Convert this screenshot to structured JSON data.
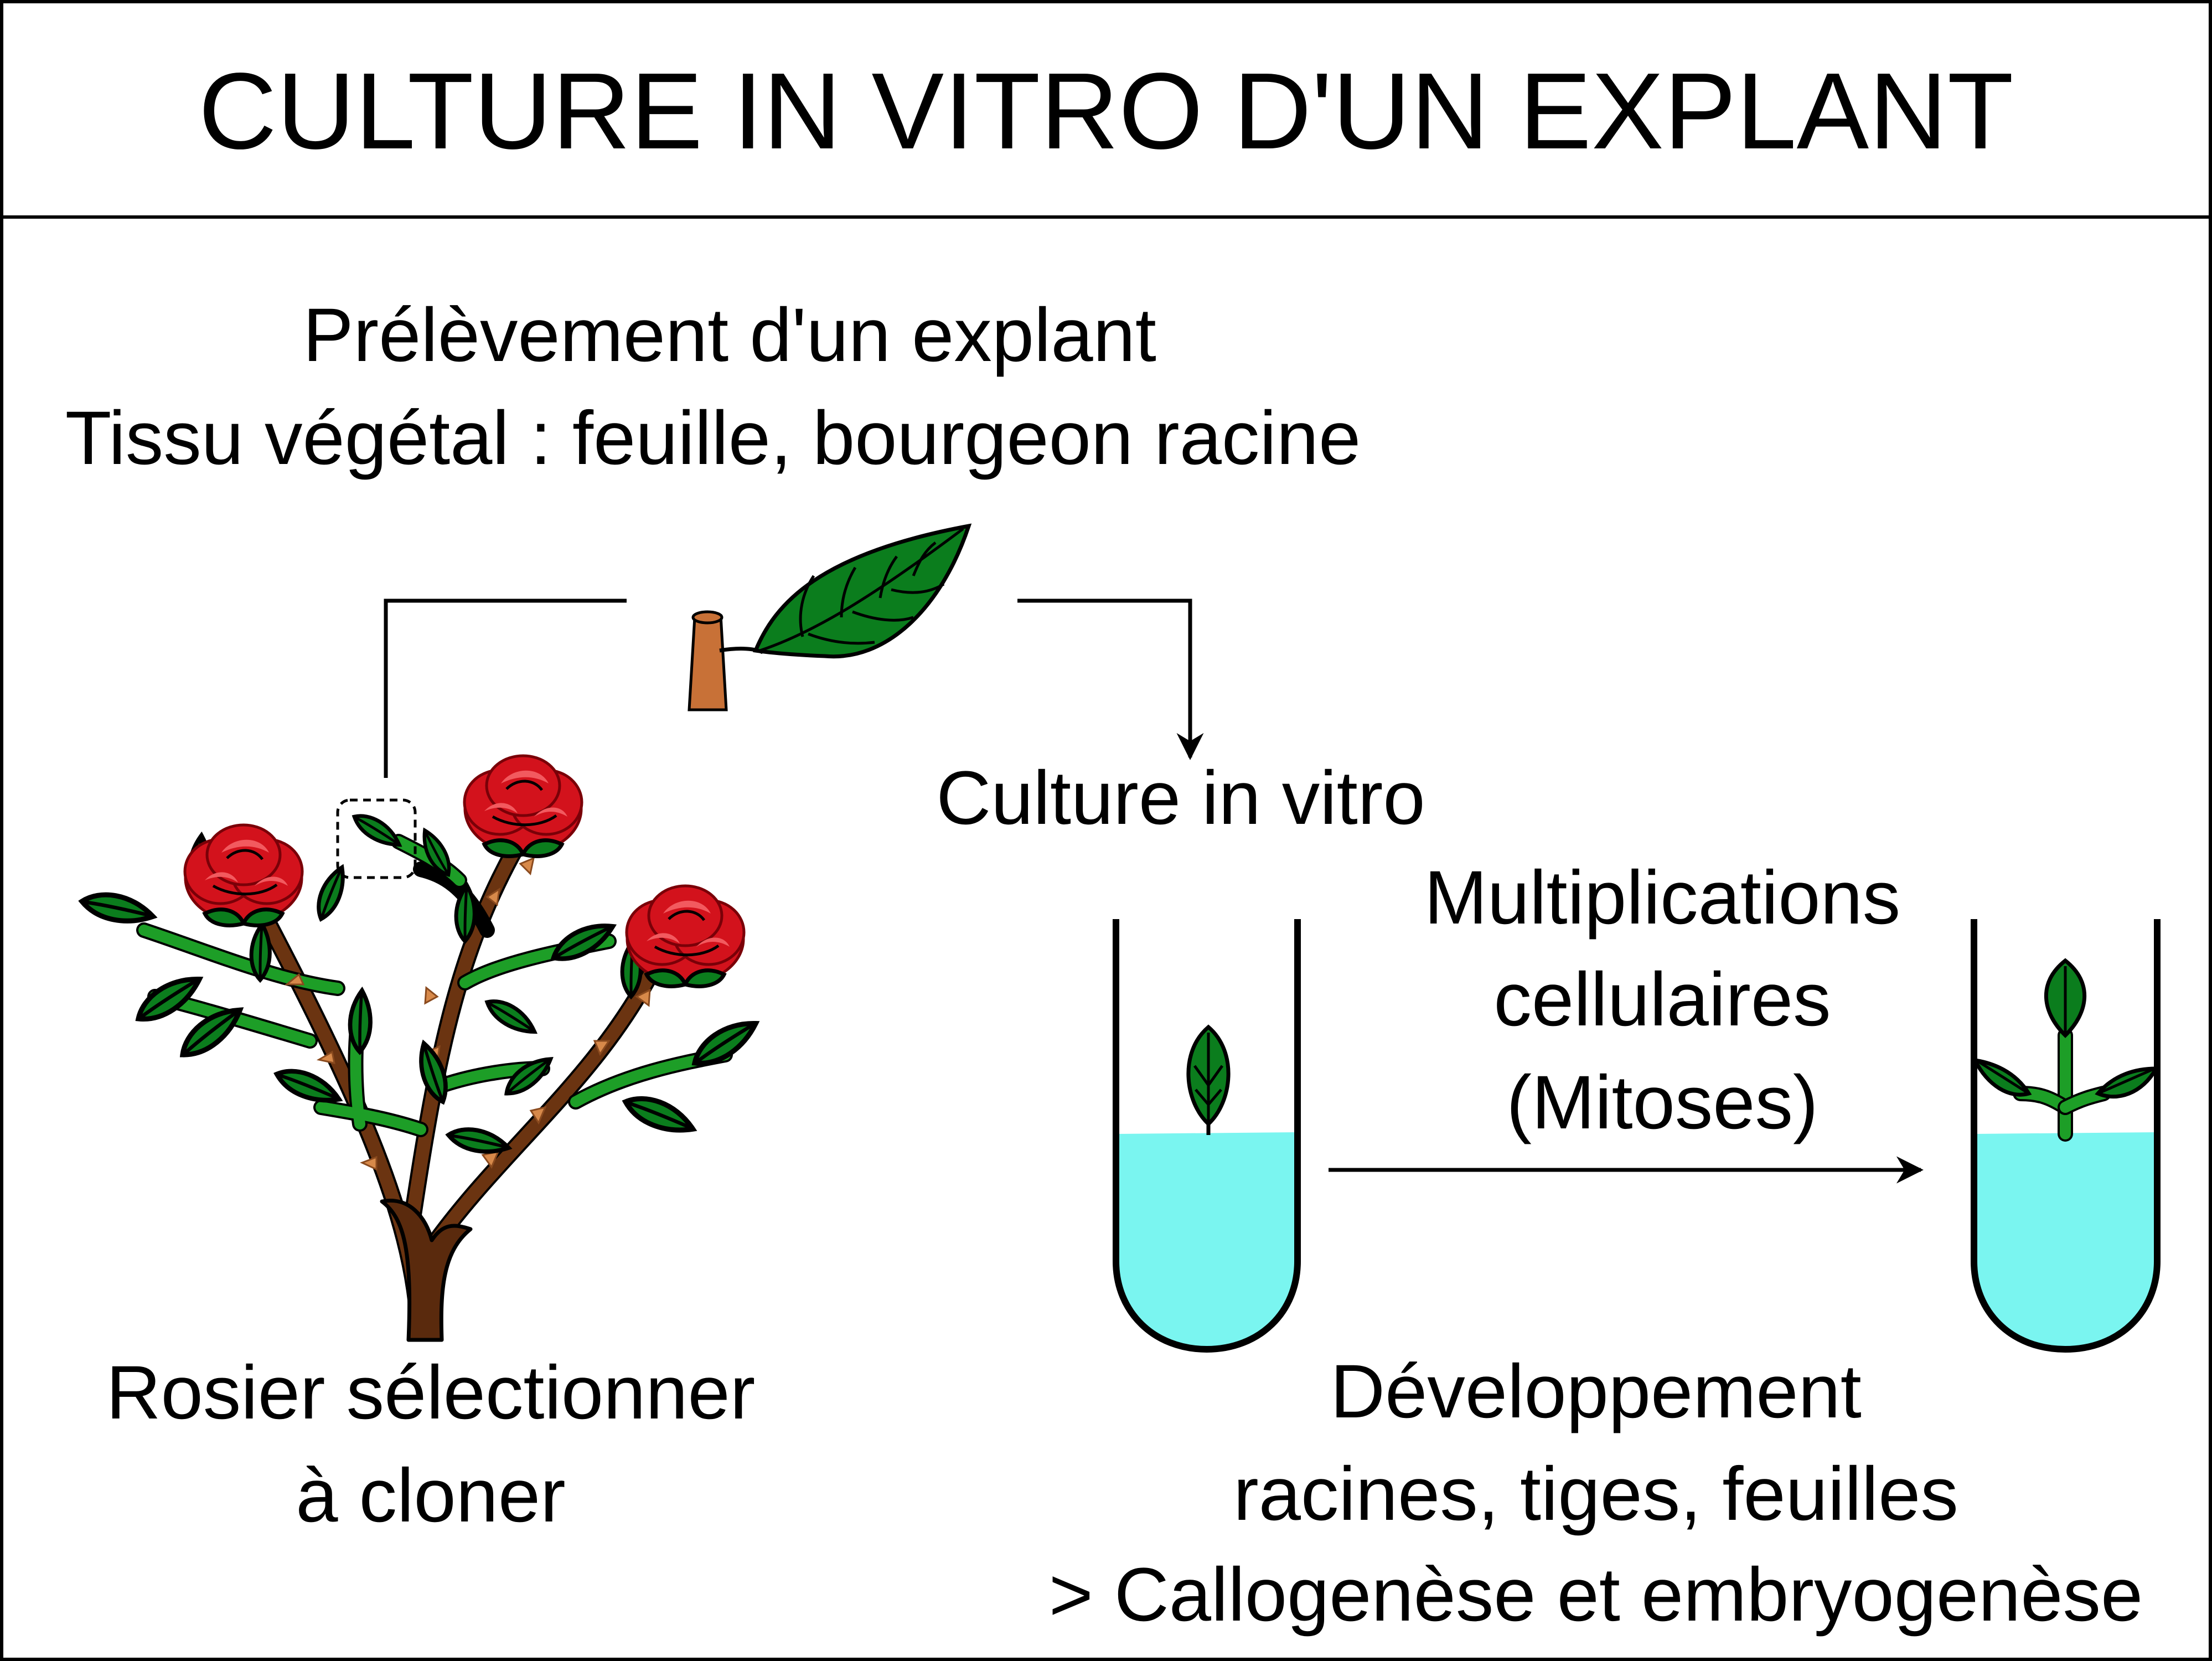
{
  "title": "CULTURE IN VITRO D'UN EXPLANT",
  "step1": {
    "line1": "Prélèvement d'un explant",
    "line2": "Tissu végétal  : feuille, bourgeon racine"
  },
  "step2": {
    "label": "Culture in vitro"
  },
  "process": {
    "line1": "Multiplications",
    "line2": "cellulaires",
    "line3": "(Mitoses)"
  },
  "plant": {
    "line1": "Rosier sélectionner",
    "line2": "à cloner"
  },
  "result": {
    "line1": "Développement",
    "line2": "racines, tiges, feuilles",
    "line3": "> Callogenèse et embryogenèse"
  },
  "colors": {
    "leaf": "#0b7d1d",
    "medium": "#7af5f0",
    "rose": "#d3121c",
    "trunk": "#5a2a0d",
    "cutting": "#c87137"
  },
  "icons": [
    "leaf-icon",
    "rose-bush-icon",
    "test-tube-icon",
    "arrow-icon"
  ]
}
